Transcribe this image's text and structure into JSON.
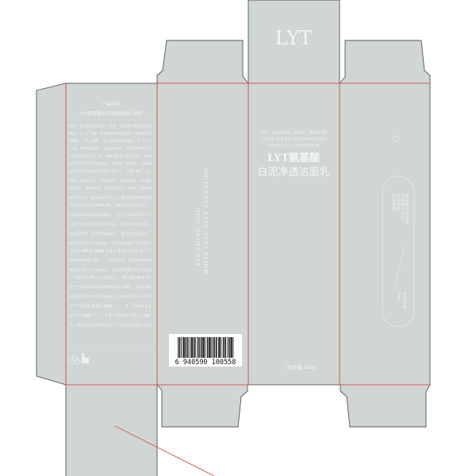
{
  "colors": {
    "panel": "#cfd6d4",
    "cut_line": "#555555",
    "fold_line": "#e0554c",
    "text": "#f4f6f5"
  },
  "top_lid": {
    "brand": "LYT"
  },
  "side_panel_left": {
    "heading": "产品名称",
    "product_name": "LYT氨基酸白泥净透洁面乳(II型)",
    "lines": [
      "成分：椰油酰甘氨酸钾、甘油、甘氨酸钠椰油酰基甘",
      "酸钠、水、丁二醇、肉豆蔻酸钾月桂酸钾、月桂酸丙烯",
      "酸酯、丙二醇、甘油硬脂酸酯、1,2-己",
      "二醇、辛酰羟肟酸、北美金缕梅（HAMAMELIS",
      "VIRGINIANA）水、肉桂酸(酯)类衍生物、玫瑰",
      "(ROSA RUGOSA)花水、卡波姆、氯化钠、棕榈酸",
      "异丙酯提取物，高岭土",
      "功效：清洁毛孔，控油祛痘、温和清洁，增加肌",
      "肤光泽，焕新肌肤（INCI/INCI 名称）提取物",
      "使用方法：取适量于手心，搓揉至细腻泡沫",
      "后在脸部打圈按摩，清水洗净即可。",
      "产品执行的标准编号：Q/Q 20230012",
      "注意：使用过程中如有不适，请立即停止使用。",
      "储存条件：阴凉干燥避光，避免阳光直射。",
      "备案人/生产企业名称：天津市和健工贸有限公",
      "司和美化妆品厂",
      "执行标准：GB/T 29680",
      "备案人/生产企业地址：天津市西青汽车工业区",
      "（张家窝工业区）泰通道4号",
      "生产批号和限期使用日期：见包装",
      "化妆品生产许可证编号：津妆20160020",
      "产品规格：100g",
      "产地：中国天津",
      "注：保湿验证为省级检测 (2173)/(含有成分) 测定"
    ]
  },
  "spine": {
    "line1": "LYT AMINO ACID",
    "line2": "WHITE CLAY DEEP CLEANSING"
  },
  "barcode": {
    "number": "6 940590 100558"
  },
  "front": {
    "en_line1": "LYT AMINO ACID WHITE",
    "en_line2": "CLAY DEEP CLEANSING",
    "en_line3": "FACIAL CLEANSER",
    "cn_line1": "LYT氨基酸",
    "cn_line2": "白泥净透洁面乳",
    "net_content": "净含量:100g"
  },
  "back_panel": {
    "vertical_text": [
      "氨基酸温和洁面",
      "深层清洁毛孔",
      "白泥净透",
      "控油祛痘"
    ],
    "vertical_text_bottom": [
      "白泥净透",
      "洁面"
    ]
  },
  "icons": [
    "recycle-icon",
    "trash-bin-icon"
  ]
}
